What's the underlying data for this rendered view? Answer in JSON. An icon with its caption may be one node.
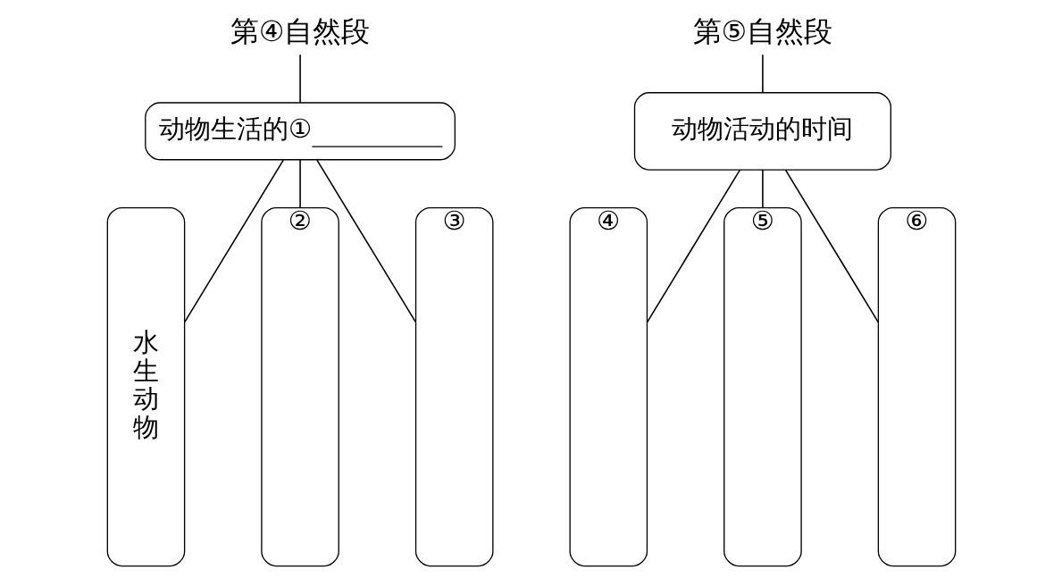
{
  "diagram": {
    "nodes": [
      {
        "text": [
          "第④自然段"
        ]
      },
      {
        "text": [
          "动物生活的①"
        ]
      },
      {
        "text": [
          "水生动物"
        ]
      },
      {
        "text": [
          "②"
        ]
      },
      {
        "text": [
          "③"
        ]
      },
      {
        "text": [
          "第⑤自然段"
        ]
      },
      {
        "text": [
          "动物活动的时间"
        ]
      },
      {
        "text": [
          "④"
        ]
      },
      {
        "text": [
          "⑤"
        ]
      },
      {
        "text": [
          "⑥"
        ]
      }
    ],
    "edges": [
      {
        "from": 0,
        "to": 1,
        "arrow": "none"
      },
      {
        "from": 1,
        "to": 2,
        "arrow": "none"
      },
      {
        "from": 1,
        "to": 3,
        "arrow": "none"
      },
      {
        "from": 1,
        "to": 4,
        "arrow": "none"
      },
      {
        "from": 5,
        "to": 6,
        "arrow": "none"
      },
      {
        "from": 6,
        "to": 7,
        "arrow": "none"
      },
      {
        "from": 6,
        "to": 8,
        "arrow": "none"
      },
      {
        "from": 6,
        "to": 9,
        "arrow": "none"
      }
    ]
  }
}
